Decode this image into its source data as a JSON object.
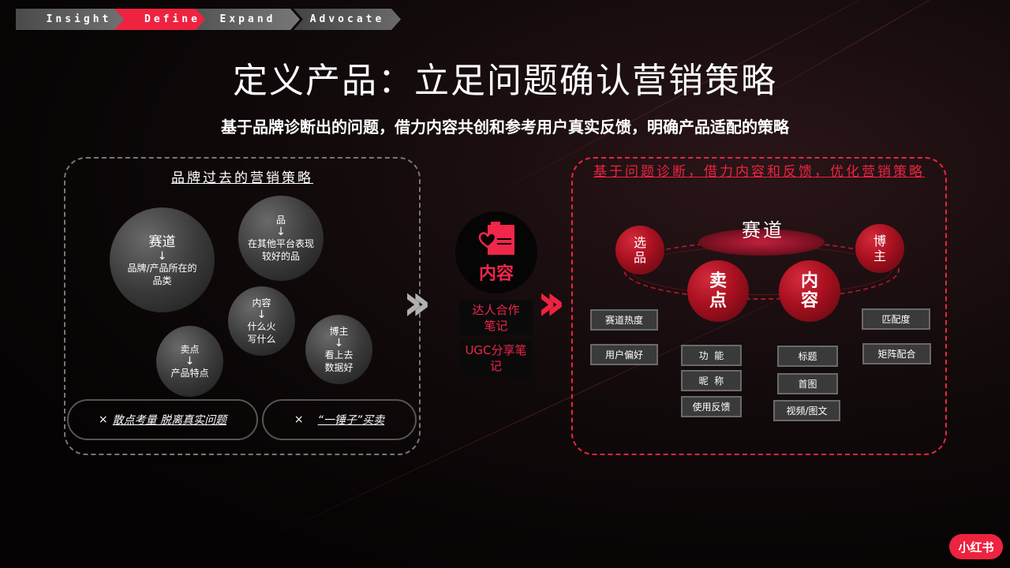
{
  "stages": [
    {
      "label": "Insight",
      "active": false
    },
    {
      "label": "Define",
      "active": true
    },
    {
      "label": "Expand",
      "active": false
    },
    {
      "label": "Advocate",
      "active": false
    }
  ],
  "title": "定义产品：立足问题确认营销策略",
  "subtitle": "基于品牌诊断出的问题，借力内容共创和参考用户真实反馈，明确产品适配的策略",
  "left_panel": {
    "title": "品牌过去的营销策略",
    "balls": [
      {
        "head": "赛道",
        "arrow": "↓",
        "body": "品牌/产品所在的品类"
      },
      {
        "head": "品",
        "arrow": "↓",
        "body": "在其他平台表现较好的品"
      },
      {
        "head": "内容",
        "arrow": "↓",
        "body": "什么火写什么"
      },
      {
        "head": "卖点",
        "arrow": "↓",
        "body": "产品特点"
      },
      {
        "head": "博主",
        "arrow": "↓",
        "body": "看上去数据好"
      }
    ],
    "problems": [
      {
        "icon": "×",
        "text": "散点考量 脱离真实问题"
      },
      {
        "icon": "×",
        "text": "“一锤子”买卖"
      }
    ]
  },
  "middle": {
    "icon": "clipboard-heart-icon",
    "label": "内容",
    "tags": [
      "达人合作笔记",
      "UGC分享笔记"
    ],
    "arrow_left_color": "#b0b0b0",
    "arrow_right_color": "#ee2340"
  },
  "right_panel": {
    "title": "基于问题诊断，借力内容和反馈，优化营销策略",
    "center": "赛道",
    "balls": [
      "选品",
      "卖点",
      "内容",
      "博主"
    ],
    "tags": {
      "track": [
        "赛道热度",
        "用户偏好"
      ],
      "selling_point": [
        "功  能",
        "昵  称",
        "使用反馈"
      ],
      "content": [
        "标题",
        "首图",
        "视频/图文"
      ],
      "blogger": [
        "匹配度",
        "矩阵配合"
      ]
    }
  },
  "colors": {
    "accent": "#ee2340",
    "gray": "#777777",
    "background": "#0b0606"
  },
  "brand": "小红书"
}
